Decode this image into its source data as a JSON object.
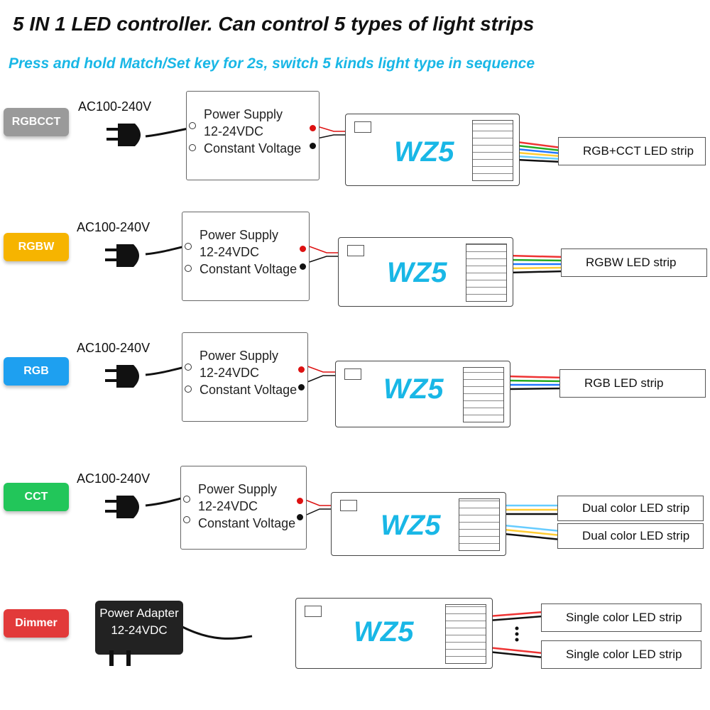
{
  "title": "5 IN 1 LED controller. Can control 5 types of light strips",
  "subtitle": "Press and hold Match/Set key for 2s, switch 5 kinds light type in sequence",
  "controller_label": "WZ5",
  "rows": [
    {
      "mode": "RGBCCT",
      "mode_color": "#9a9a9a",
      "input": "AC100-240V",
      "psu": [
        "Power Supply",
        "12-24VDC",
        "Constant Voltage"
      ],
      "strips": [
        "RGB+CCT LED strip"
      ]
    },
    {
      "mode": "RGBW",
      "mode_color": "#f6b400",
      "input": "AC100-240V",
      "psu": [
        "Power Supply",
        "12-24VDC",
        "Constant Voltage"
      ],
      "strips": [
        "RGBW LED strip"
      ]
    },
    {
      "mode": "RGB",
      "mode_color": "#1ea0f0",
      "input": "AC100-240V",
      "psu": [
        "Power Supply",
        "12-24VDC",
        "Constant Voltage"
      ],
      "strips": [
        "RGB LED strip"
      ]
    },
    {
      "mode": "CCT",
      "mode_color": "#22c65a",
      "input": "AC100-240V",
      "psu": [
        "Power Supply",
        "12-24VDC",
        "Constant Voltage"
      ],
      "strips": [
        "Dual color LED strip",
        "Dual color LED strip"
      ]
    },
    {
      "mode": "Dimmer",
      "mode_color": "#e23a3a",
      "adapter": [
        "Power Adapter",
        "12-24VDC"
      ],
      "strips": [
        "Single color LED strip",
        "Single color LED strip"
      ]
    }
  ]
}
